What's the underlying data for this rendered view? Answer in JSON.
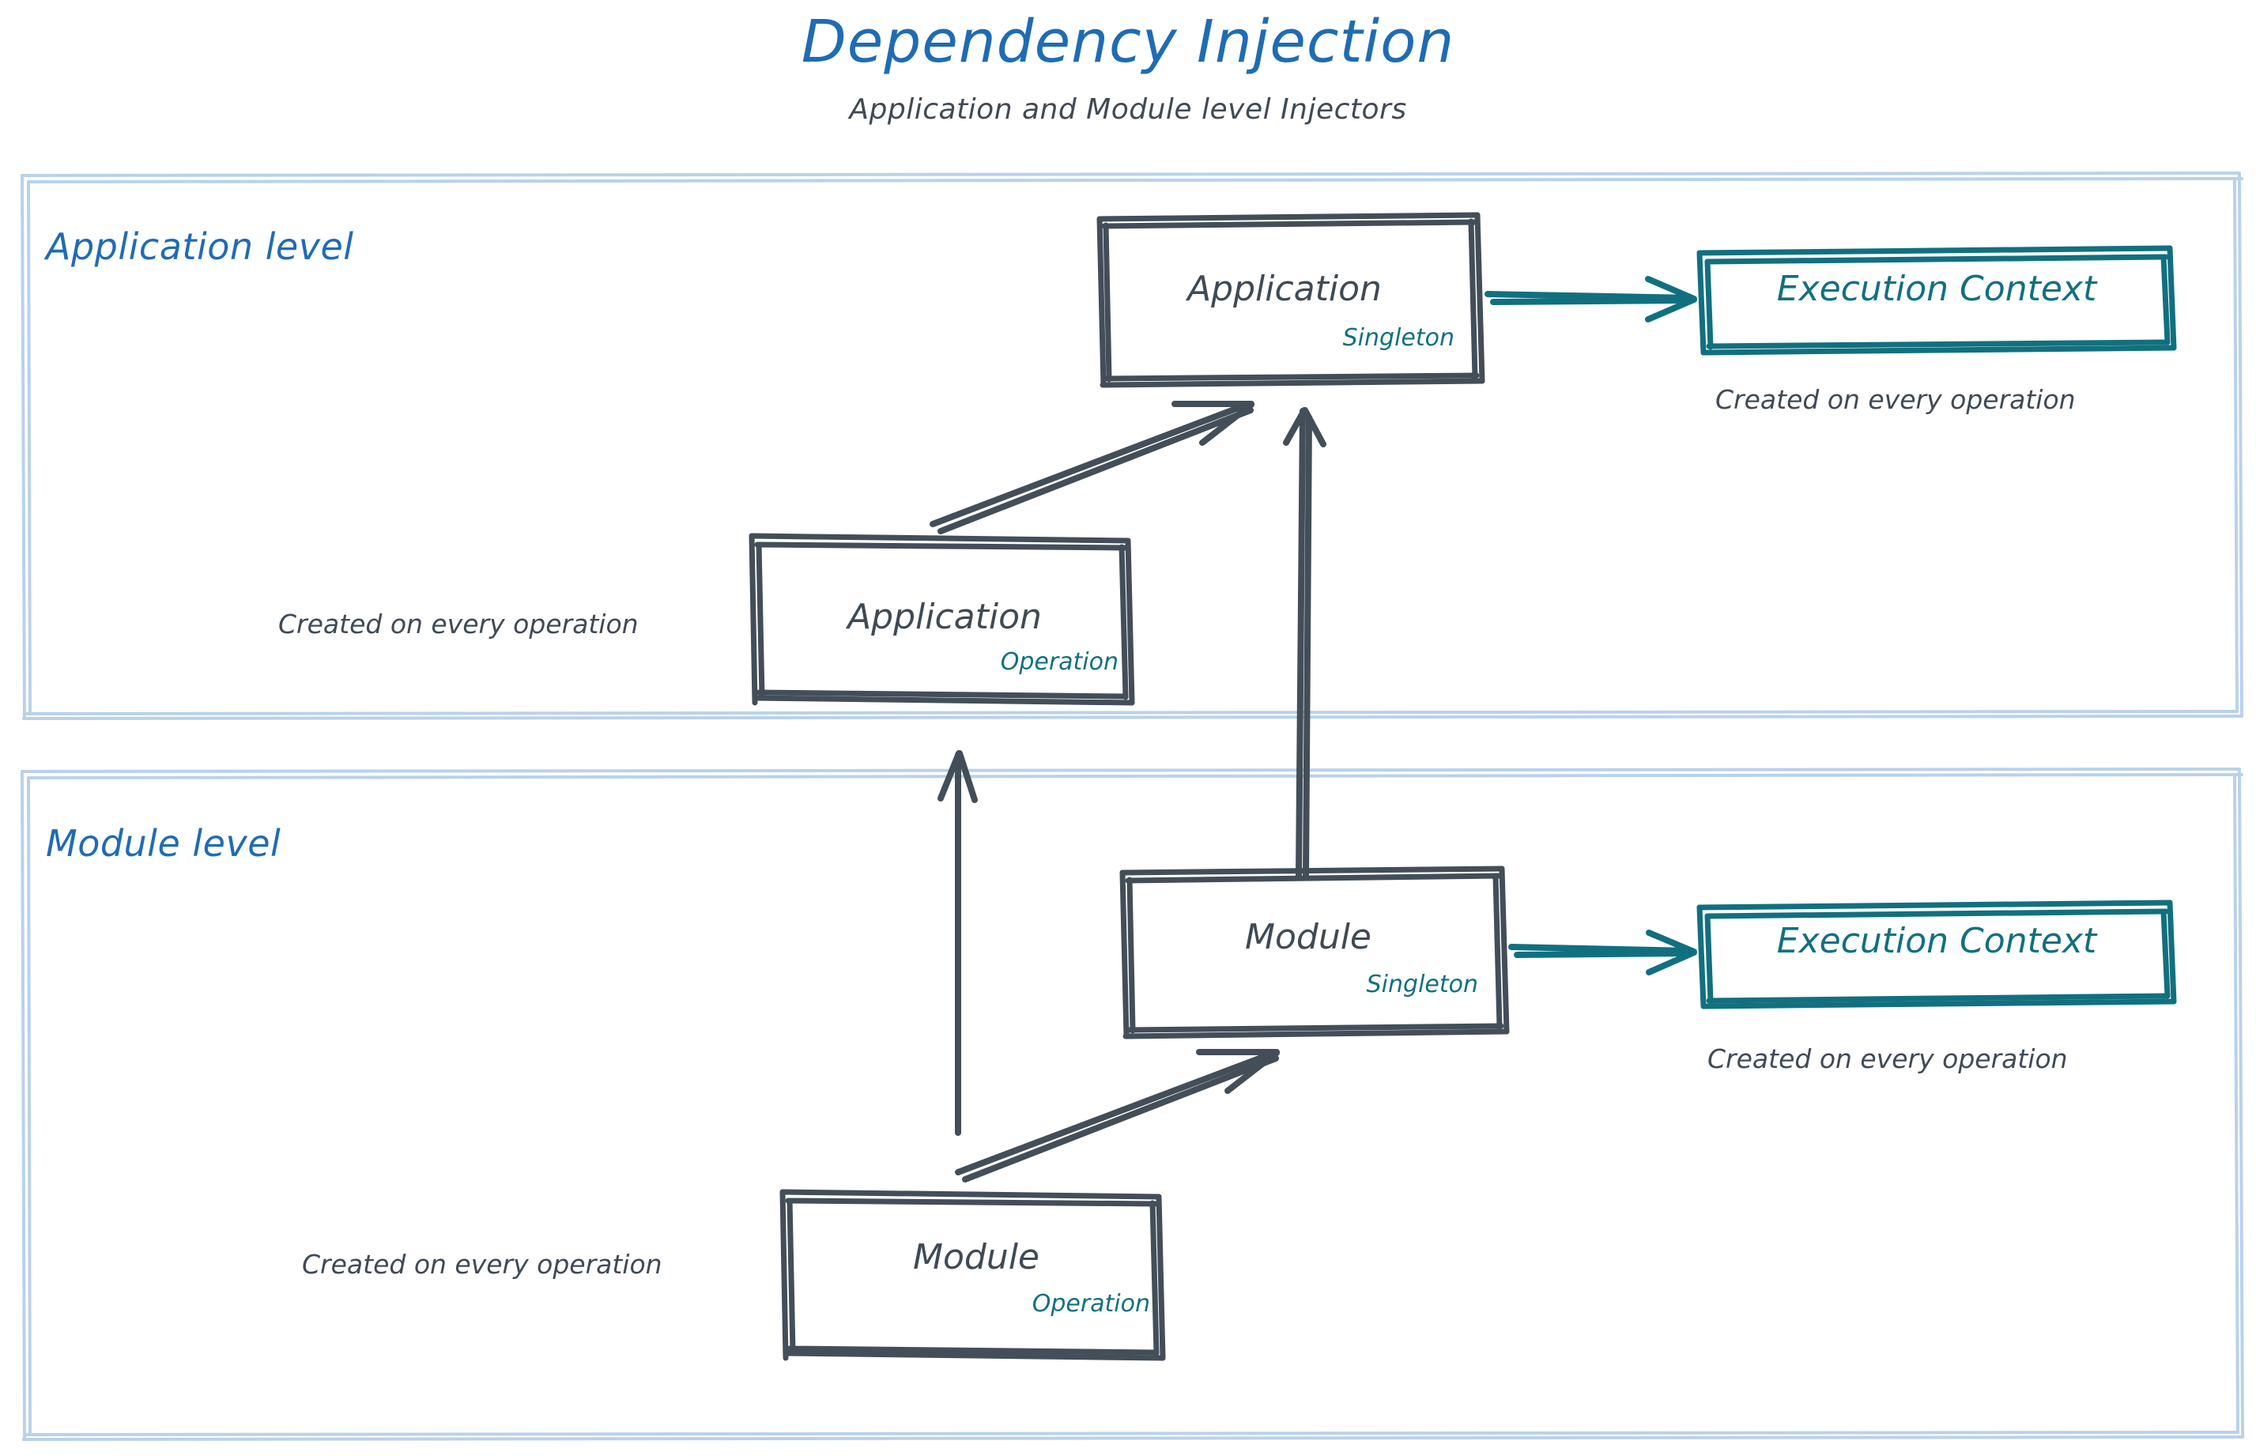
{
  "header": {
    "title": "Dependency Injection",
    "subtitle": "Application and Module level Injectors",
    "title_color": "#1f6cb4",
    "subtitle_color": "#3f4a55"
  },
  "colors": {
    "accent_blue": "#1f6cb4",
    "panel_border": "#b9d2ea",
    "sketch_dark": "#434e58",
    "teal": "#11707f",
    "background": "#ffffff"
  },
  "panels": [
    {
      "id": "application-level",
      "title": "Application level"
    },
    {
      "id": "module-level",
      "title": "Module level"
    }
  ],
  "nodes": [
    {
      "id": "application-singleton",
      "title": "Application",
      "scope": "Singleton",
      "level": "application-level"
    },
    {
      "id": "application-operation",
      "title": "Application",
      "scope": "Operation",
      "level": "application-level"
    },
    {
      "id": "module-singleton",
      "title": "Module",
      "scope": "Singleton",
      "level": "module-level"
    },
    {
      "id": "module-operation",
      "title": "Module",
      "scope": "Operation",
      "level": "module-level"
    }
  ],
  "contexts": [
    {
      "id": "execution-context-application",
      "label": "Execution Context",
      "note": "Created on every operation"
    },
    {
      "id": "execution-context-module",
      "label": "Execution Context",
      "note": "Created on every operation"
    }
  ],
  "notes": {
    "application_operation": "Created on every operation",
    "module_operation": "Created on every operation"
  },
  "edges": [
    {
      "from": "application-singleton",
      "to": "execution-context-application",
      "style": "teal-arrow"
    },
    {
      "from": "module-singleton",
      "to": "execution-context-module",
      "style": "teal-arrow"
    },
    {
      "from": "application-operation",
      "to": "application-singleton",
      "style": "dark-arrow"
    },
    {
      "from": "module-operation",
      "to": "module-singleton",
      "style": "dark-arrow"
    },
    {
      "from": "module-singleton",
      "to": "application-singleton",
      "style": "dark-arrow"
    },
    {
      "from": "module-operation",
      "to": "application-operation",
      "style": "dark-arrow"
    }
  ]
}
